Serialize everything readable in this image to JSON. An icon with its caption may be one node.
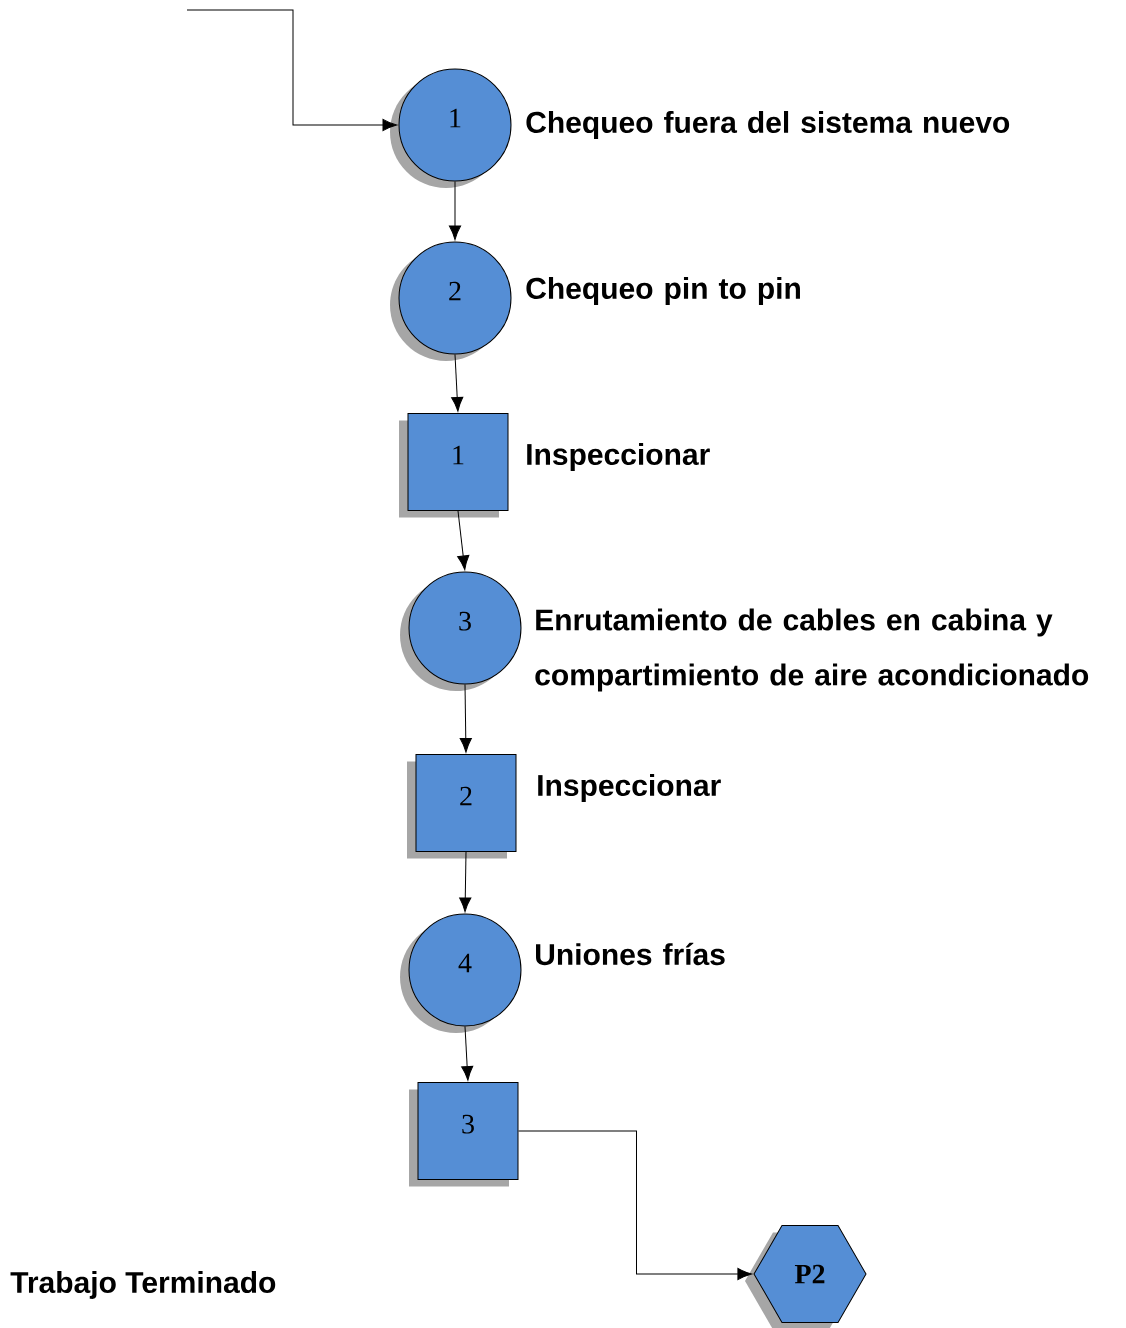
{
  "diagram": {
    "nodes": [
      {
        "text": [
          "1"
        ],
        "beside": [
          "Chequeo fuera del sistema nuevo"
        ]
      },
      {
        "text": [
          "2"
        ],
        "beside": [
          "Chequeo pin to pin"
        ]
      },
      {
        "text": [
          "1"
        ],
        "beside": [
          "Inspeccionar"
        ]
      },
      {
        "text": [
          "3"
        ],
        "beside": [
          "Enrutamiento de cables en cabina y compartimiento de aire acondicionado"
        ]
      },
      {
        "text": [
          "2"
        ],
        "beside": [
          "Inspeccionar"
        ]
      },
      {
        "text": [
          "4"
        ],
        "beside": [
          "Uniones frías"
        ]
      },
      {
        "text": [
          "3"
        ]
      },
      {
        "text": [
          "P2"
        ]
      }
    ],
    "edges": [
      {
        "from": null,
        "to": 0,
        "arrow": "to"
      },
      {
        "from": 0,
        "to": 1,
        "arrow": "to"
      },
      {
        "from": 1,
        "to": 2,
        "arrow": "to"
      },
      {
        "from": 2,
        "to": 3,
        "arrow": "to"
      },
      {
        "from": 3,
        "to": 4,
        "arrow": "to"
      },
      {
        "from": 4,
        "to": 5,
        "arrow": "to"
      },
      {
        "from": 5,
        "to": 6,
        "arrow": "to"
      },
      {
        "from": 6,
        "to": 7,
        "arrow": "to"
      }
    ],
    "labels": [
      "Trabajo Terminado"
    ]
  }
}
